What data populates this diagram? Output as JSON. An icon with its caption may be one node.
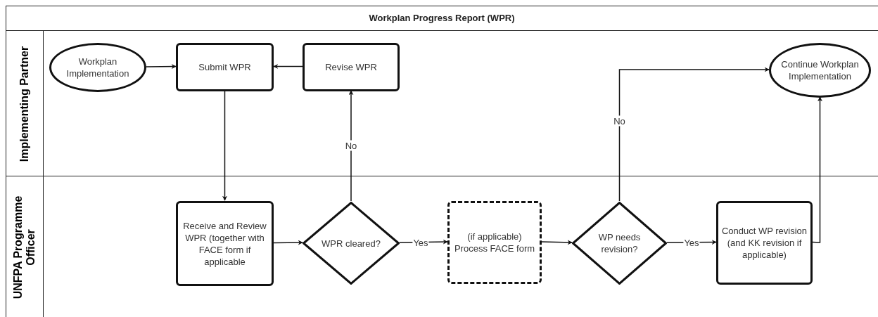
{
  "diagram": {
    "title": "Workplan Progress Report (WPR)",
    "nodes": [
      {
        "text": [
          "Implementing Partner"
        ]
      },
      {
        "text": [
          "UNFPA Programme Officer"
        ]
      },
      {
        "text": [
          "Workplan Implementation"
        ],
        "in": 0
      },
      {
        "text": [
          "Submit WPR"
        ],
        "in": 0
      },
      {
        "text": [
          "Revise WPR"
        ],
        "in": 0
      },
      {
        "text": [
          "Continue Workplan Implementation"
        ],
        "in": 0
      },
      {
        "text": [
          "Receive and Review WPR (together with FACE form if applicable"
        ],
        "in": 1
      },
      {
        "text": [
          "WPR cleared?"
        ],
        "in": 1
      },
      {
        "text": [
          "(if applicable) Process FACE form"
        ],
        "in": 1
      },
      {
        "text": [
          "WP needs revision?"
        ],
        "in": 1
      },
      {
        "text": [
          "Conduct WP revision (and KK revision if applicable)"
        ],
        "in": 1
      }
    ],
    "edges": [
      {
        "from": 2,
        "to": 3,
        "arrow": "to"
      },
      {
        "from": 4,
        "to": 3,
        "arrow": "to"
      },
      {
        "from": 3,
        "to": 6,
        "arrow": "to"
      },
      {
        "from": 6,
        "to": 7,
        "arrow": "to"
      },
      {
        "from": 7,
        "to": 4,
        "arrow": "to",
        "label": "No"
      },
      {
        "from": 7,
        "to": 8,
        "arrow": "to",
        "label": "Yes"
      },
      {
        "from": 8,
        "to": 9,
        "arrow": "to"
      },
      {
        "from": 9,
        "to": 5,
        "arrow": "to",
        "label": "No"
      },
      {
        "from": 9,
        "to": 10,
        "arrow": "to",
        "label": "Yes"
      },
      {
        "from": 10,
        "to": 5,
        "arrow": "to"
      }
    ]
  }
}
